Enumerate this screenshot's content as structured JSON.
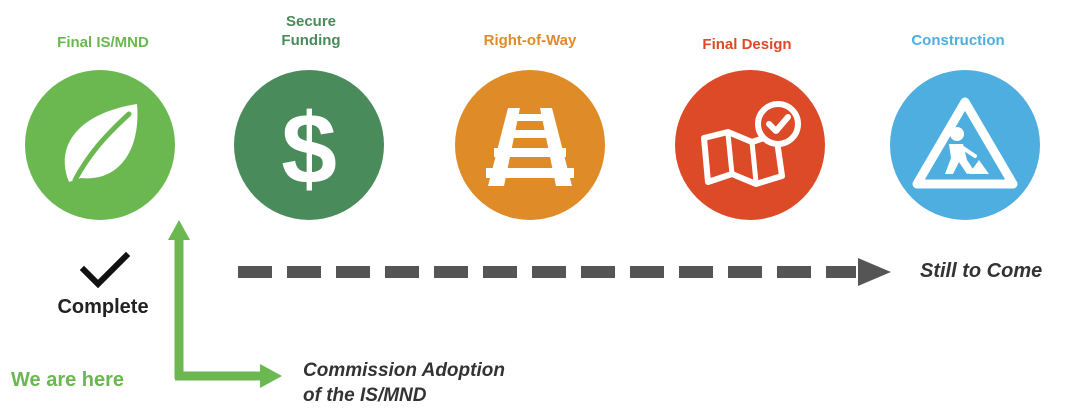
{
  "stages": [
    {
      "label": "Final IS/MND",
      "color": "#6ab84f",
      "icon": "leaf-icon"
    },
    {
      "label": "Secure\nFunding",
      "color": "#4a8b5c",
      "icon": "dollar-icon"
    },
    {
      "label": "Right-of-Way",
      "color": "#de8b28",
      "icon": "rail-track-icon"
    },
    {
      "label": "Final Design",
      "color": "#dd4a27",
      "icon": "map-check-icon"
    },
    {
      "label": "Construction",
      "color": "#4eaedf",
      "icon": "construction-sign-icon"
    }
  ],
  "status": {
    "complete_label": "Complete",
    "here_label": "We are here",
    "milestone_label": "Commission Adoption\nof the IS/MND",
    "future_label": "Still to Come"
  },
  "colors": {
    "progress_arrow": "#6ab84f",
    "future_arrow": "#555555",
    "check": "#111111"
  }
}
